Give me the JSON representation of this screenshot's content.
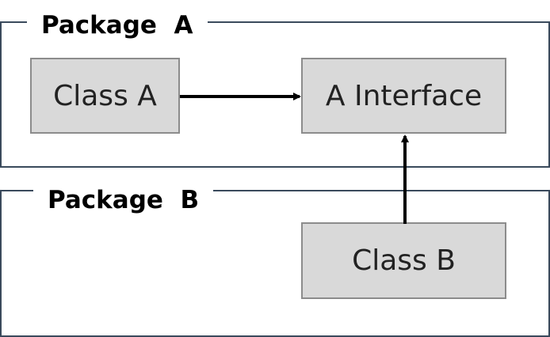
{
  "packages": {
    "a": {
      "label": "Package  A"
    },
    "b": {
      "label": "Package  B"
    }
  },
  "classes": {
    "class_a": "Class A",
    "interface_a": "A Interface",
    "class_b": "Class B"
  },
  "relations": [
    {
      "from": "Class A",
      "to": "A Interface"
    },
    {
      "from": "Class B",
      "to": "A Interface"
    }
  ],
  "colors": {
    "package_border": "#3a4a5c",
    "box_fill": "#d9d9d9",
    "box_border": "#8c8c8c",
    "arrow": "#000000"
  }
}
